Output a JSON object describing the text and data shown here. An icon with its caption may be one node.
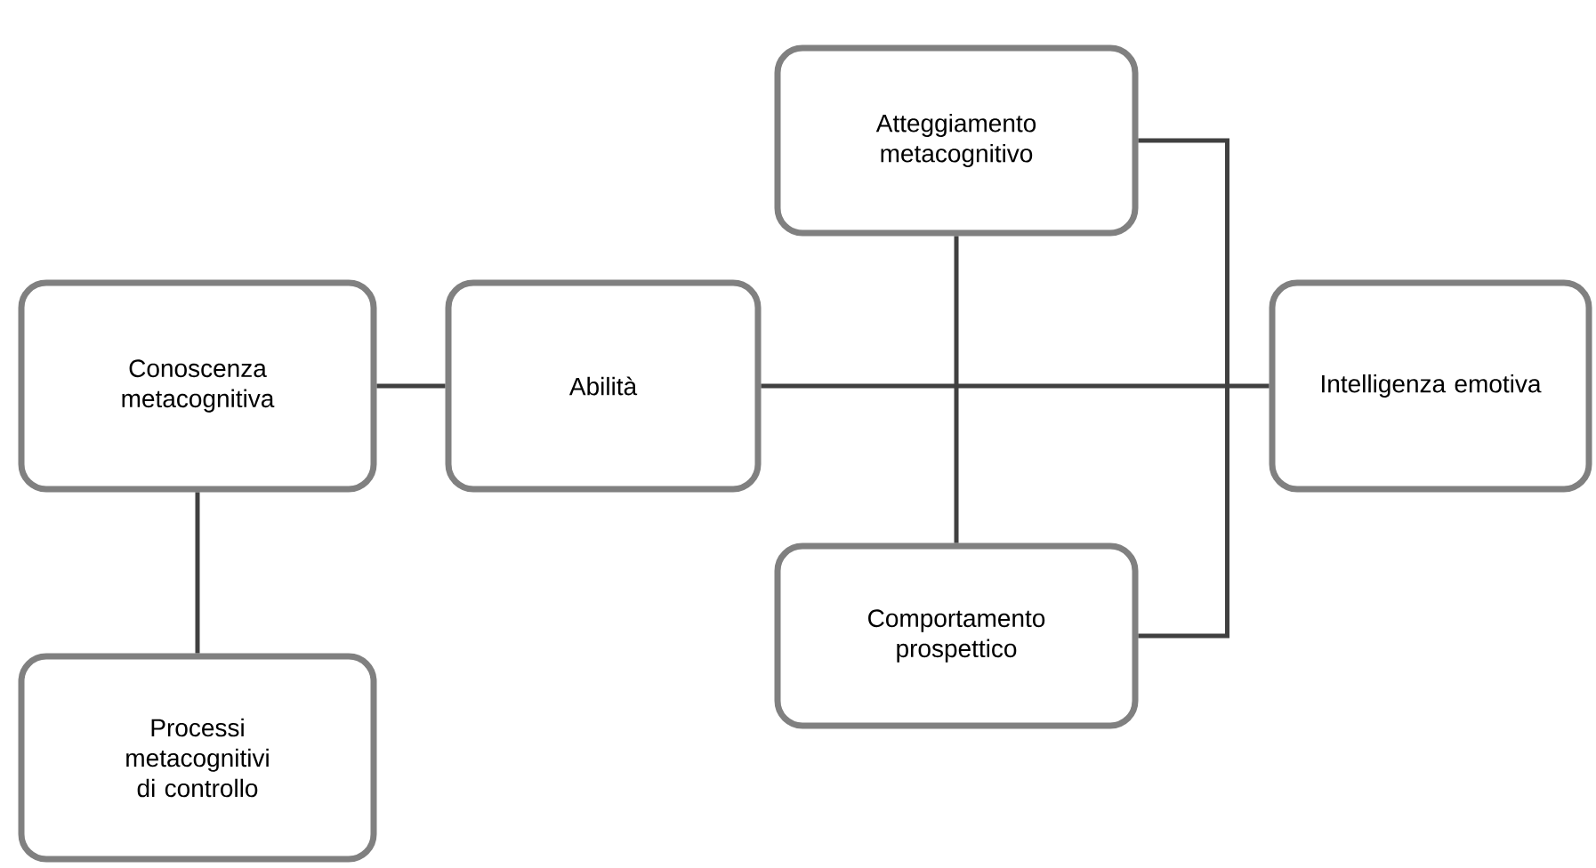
{
  "diagram": {
    "nodes": [
      {
        "text": [
          "Conoscenza metacognitiva"
        ]
      },
      {
        "text": [
          "Abilità"
        ]
      },
      {
        "text": [
          "Atteggiamento metacognitivo"
        ]
      },
      {
        "text": [
          "Intelligenza emotiva"
        ]
      },
      {
        "text": [
          "Comportamento prospettico"
        ]
      },
      {
        "text": [
          "Processi metacognitivi di controllo"
        ]
      }
    ],
    "edges": [
      {
        "from": 0,
        "to": 1,
        "arrow": "none"
      },
      {
        "from": 0,
        "to": 5,
        "arrow": "none"
      },
      {
        "from": 1,
        "to": 3,
        "arrow": "none"
      },
      {
        "from": 2,
        "to": 4,
        "arrow": "none"
      },
      {
        "from": 2,
        "to": 4,
        "arrow": "none"
      }
    ]
  }
}
